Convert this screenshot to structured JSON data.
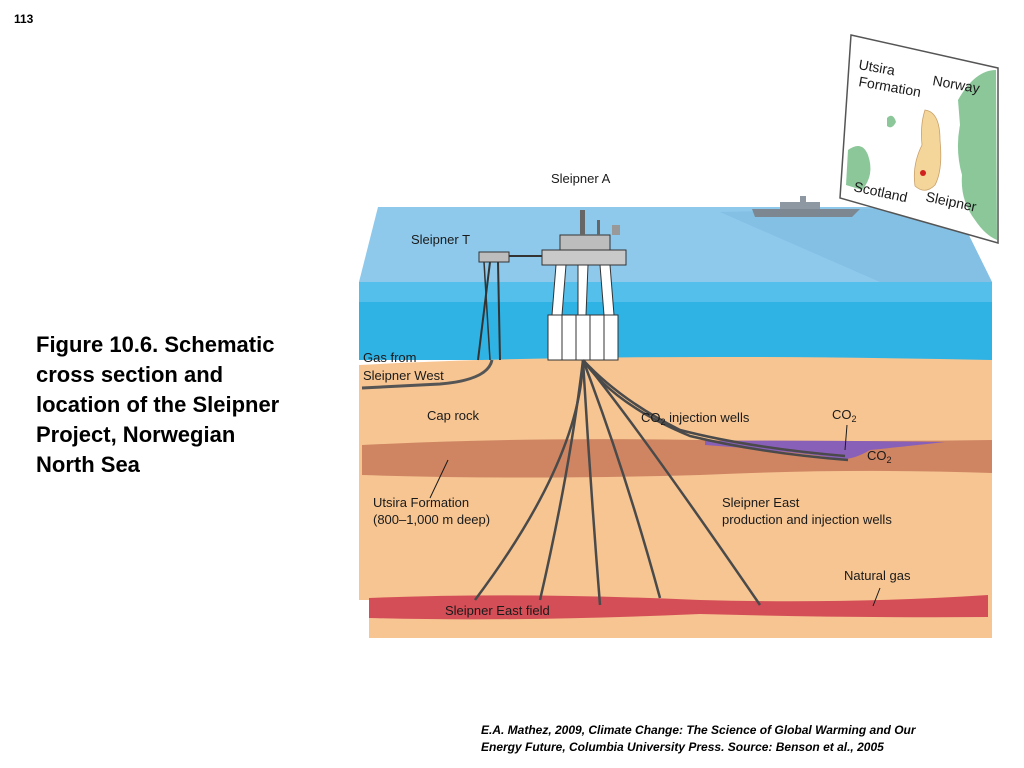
{
  "page_number": "113",
  "caption": {
    "lines": [
      "Figure 10.6.  Schematic",
      "cross section and",
      "location of the Sleipner",
      "Project, Norwegian",
      "North Sea"
    ]
  },
  "diagram": {
    "labels": {
      "sleipner_a": "Sleipner A",
      "sleipner_t": "Sleipner T",
      "gas_from_1": "Gas from",
      "gas_from_2": "Sleipner West",
      "cap_rock": "Cap rock",
      "co2_wells_prefix": "CO",
      "co2_wells_sub": "2",
      "co2_wells_suffix": " injection wells",
      "co2_top": "CO",
      "co2_top_sub": "2",
      "co2_low": "CO",
      "co2_low_sub": "2",
      "utsira_1": "Utsira Formation",
      "utsira_2": "(800–1,000 m deep)",
      "east_wells_1": "Sleipner East",
      "east_wells_2": "production and injection wells",
      "natural_gas": "Natural gas",
      "east_field": "Sleipner East field"
    },
    "map": {
      "utsira_1": "Utsira",
      "utsira_2": "Formation",
      "norway": "Norway",
      "scotland": "Scotland",
      "sleipner": "Sleipner"
    },
    "colors": {
      "sea_surface": "#8ec9ec",
      "water": "#2fb2e4",
      "sediment": "#f6c592",
      "cap_rock": "#cf8562",
      "gas_field": "#d44e57",
      "co2_plume": "#8860b8",
      "map_land": "#8cc79a",
      "map_formation": "#f4d69a"
    }
  },
  "source": {
    "lines": [
      "E.A. Mathez, 2009, Climate Change: The Science of Global Warming and Our",
      "Energy Future, Columbia University Press.  Source: Benson et al., 2005"
    ]
  }
}
